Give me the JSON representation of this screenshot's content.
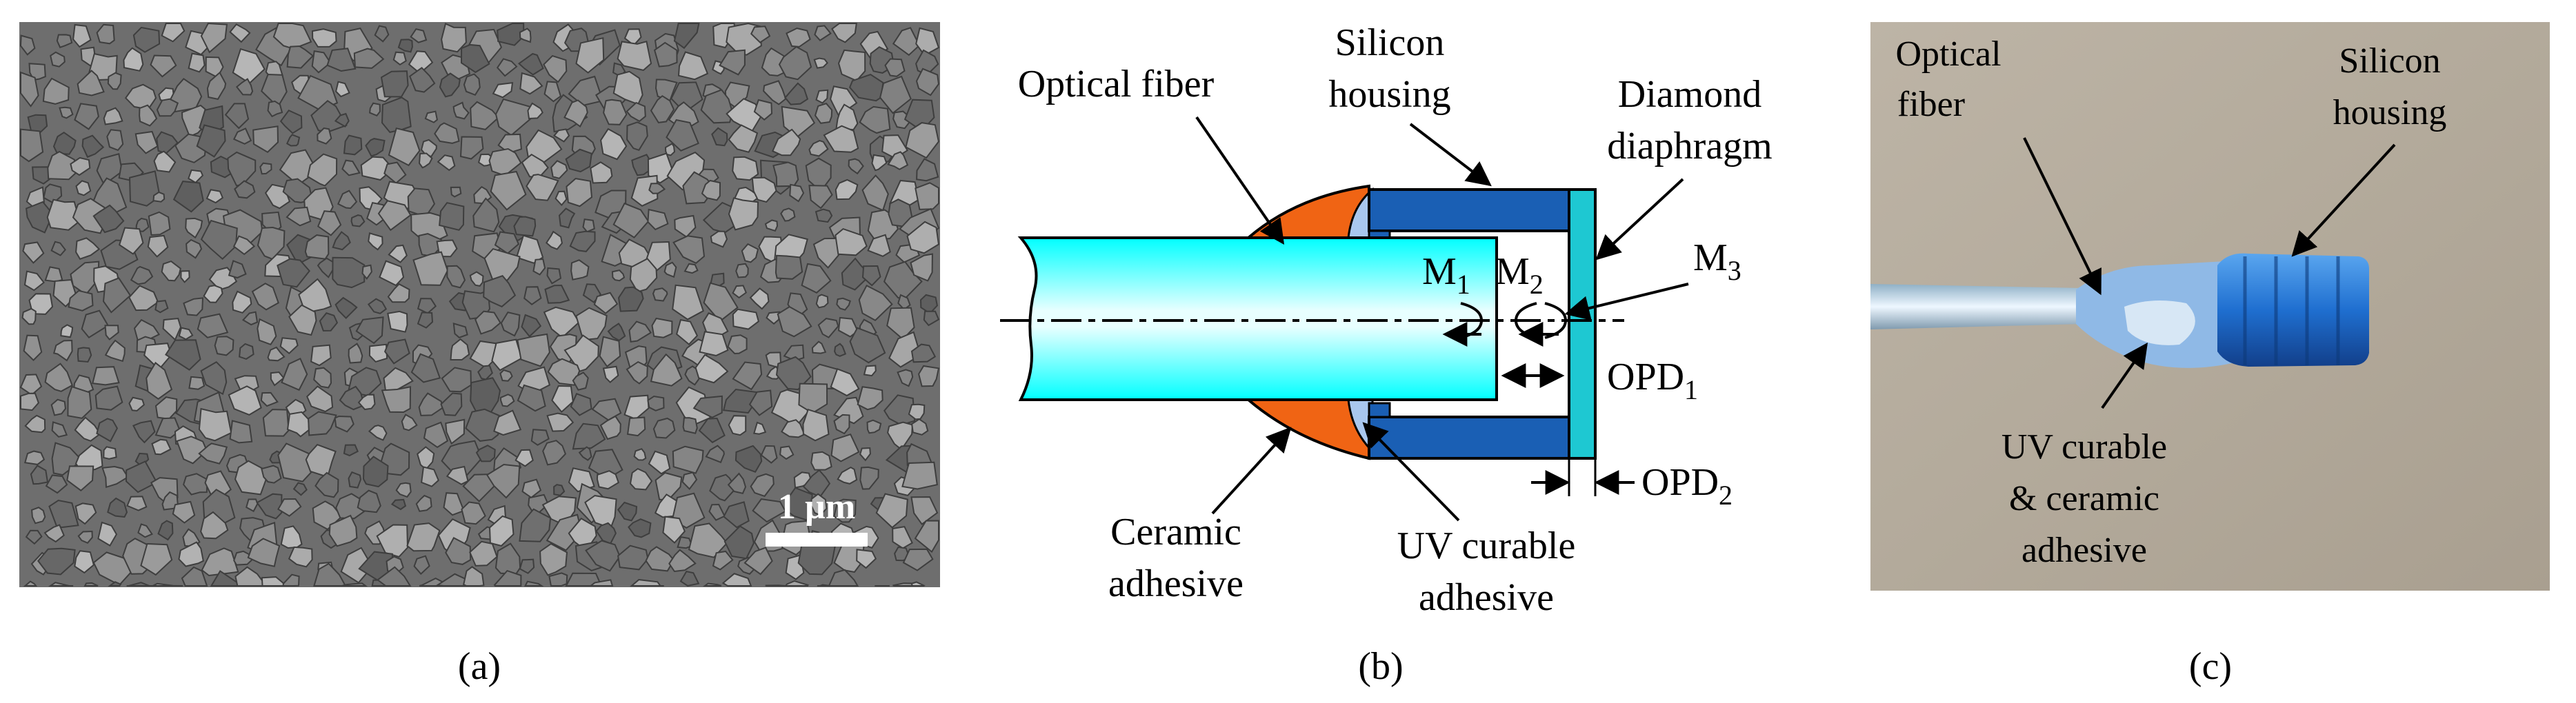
{
  "panel_a": {
    "caption": "(a)",
    "scale_bar_label": "1 µm",
    "colors": {
      "background": "#6e6e6e",
      "grain_light": "#a9a9a9",
      "grain_dark": "#4a4a4a"
    }
  },
  "panel_b": {
    "caption": "(b)",
    "labels": {
      "optical_fiber": "Optical fiber",
      "silicon_housing_1": "Silicon",
      "silicon_housing_2": "housing",
      "diamond_diaphragm_1": "Diamond",
      "diamond_diaphragm_2": "diaphragm",
      "m1": "M",
      "m1_sub": "1",
      "m2": "M",
      "m2_sub": "2",
      "m3": "M",
      "m3_sub": "3",
      "opd1": "OPD",
      "opd1_sub": "1",
      "opd2": "OPD",
      "opd2_sub": "2",
      "ceramic_adhesive_1": "Ceramic",
      "ceramic_adhesive_2": "adhesive",
      "uv_adhesive_1": "UV curable",
      "uv_adhesive_2": "adhesive"
    },
    "colors": {
      "fiber": "#00ffff",
      "housing": "#1a5fb4",
      "diaphragm": "#1ec8d2",
      "ceramic": "#f06414",
      "uv_adhesive": "#a9c7ee"
    }
  },
  "panel_c": {
    "caption": "(c)",
    "labels": {
      "optical_fiber_1": "Optical",
      "optical_fiber_2": "fiber",
      "silicon_housing_1": "Silicon",
      "silicon_housing_2": "housing",
      "adhesive_1": "UV curable",
      "adhesive_2": "& ceramic",
      "adhesive_3": "adhesive"
    },
    "colors": {
      "background": "#b6ad9e",
      "housing": "#2a7fd6",
      "fiber": "#c8d8e0"
    }
  }
}
